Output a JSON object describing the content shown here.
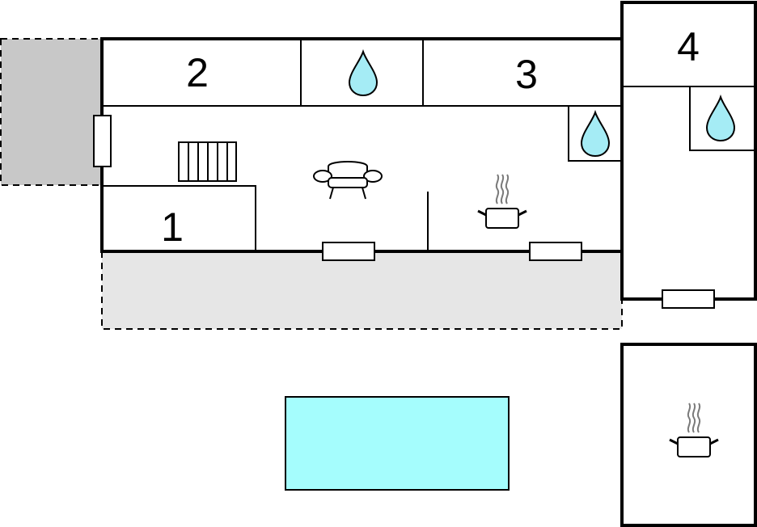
{
  "rooms": [
    {
      "id": "1",
      "label": "1"
    },
    {
      "id": "2",
      "label": "2"
    },
    {
      "id": "3",
      "label": "3"
    },
    {
      "id": "4",
      "label": "4"
    }
  ],
  "icons": {
    "water": "water-drop-icon",
    "sofa": "sofa-icon",
    "radiator": "radiator-icon",
    "kitchen": "cooking-pot-icon",
    "window": "window-icon"
  },
  "colors": {
    "wall": "#000000",
    "water": "#a5ecf5",
    "pool": "#a5fdfd",
    "terrace": "#e6e6e6",
    "outbuilding": "#c8c8c8",
    "steam": "#7a7a7a"
  }
}
